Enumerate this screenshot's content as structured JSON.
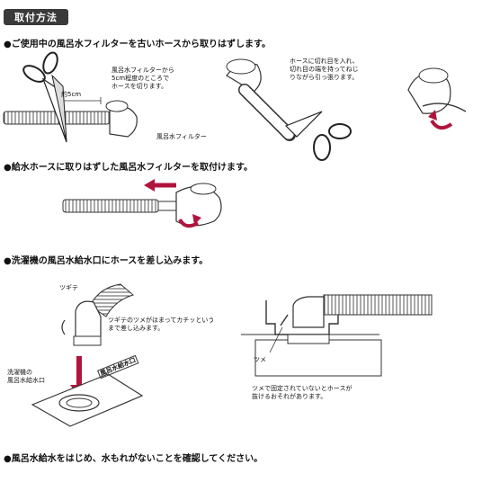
{
  "header": {
    "title": "取付方法"
  },
  "steps": [
    {
      "text": "●ご使用中の風呂水フィルターを古いホースから取りはずします。"
    },
    {
      "text": "●給水ホースに取りはずした風呂水フィルターを取付けます。"
    },
    {
      "text": "●洗濯機の風呂水給水口にホースを差し込みます。"
    },
    {
      "text": "●風呂水給水をはじめ、水もれがないことを確認してください。"
    }
  ],
  "labels": {
    "cut_measure": "約5cm",
    "cut_note": "風呂水フィルターから\n5cm程度のところで\nホースを切ります。",
    "filter_label": "風呂水フィルター",
    "pull_note": "ホースに切れ目を入れ、\n切れ目の端を持ってねじ\nりながら引っ張ります。",
    "tsugite": "ツギテ",
    "claw_note": "ツギテのツメがはまってカチッという\nまで差し込みます。",
    "inlet_label": "洗濯機の\n風呂水給水口",
    "inlet_stamp": "風呂水給水口",
    "tsume": "ツメ",
    "warning": "ツメで固定されていないとホースが\n抜けるおそれがあります。"
  },
  "colors": {
    "accent_arrow": "#b0143c",
    "header_bg": "#3a3a3a"
  }
}
